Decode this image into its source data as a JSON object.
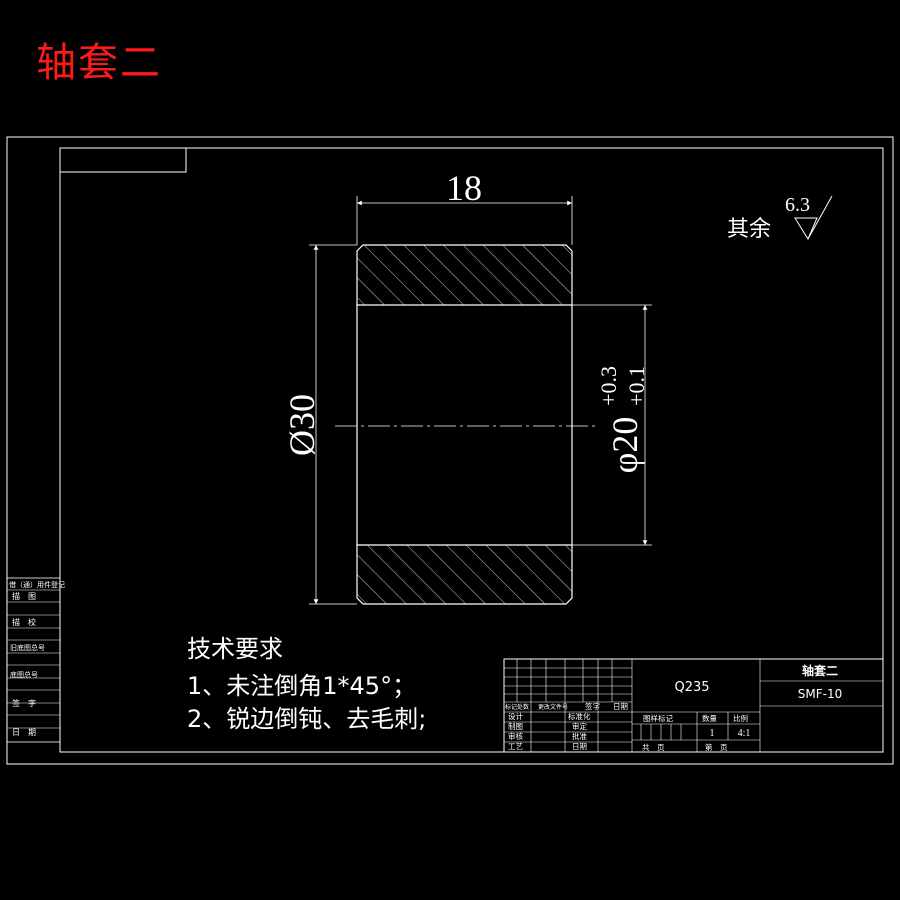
{
  "title": "轴套二",
  "dimensions": {
    "length": "18",
    "outer_dia": "Ø30",
    "inner_dia": "φ20",
    "tol_upper": "+0.3",
    "tol_lower": "+0.1"
  },
  "surface": {
    "label": "其余",
    "roughness": "6.3"
  },
  "tech_notes": {
    "heading": "技术要求",
    "lines": [
      "1、未注倒角1*45°；",
      "2、锐边倒钝、去毛刺;"
    ]
  },
  "left_block": {
    "rows": [
      "借（通）用件登记",
      "描　图",
      "描　校",
      "旧底图总号",
      "底图总号",
      "签　字",
      "日　期"
    ]
  },
  "title_block": {
    "material": "Q235",
    "part_name": "轴套二",
    "drawing_no": "SMF-10",
    "change_row": [
      "标记处数",
      "更改文件号",
      "签字",
      "日期"
    ],
    "left_labels": [
      "设计",
      "制图",
      "审核",
      "工艺"
    ],
    "mid_labels": [
      "标准化",
      "审定",
      "批准",
      "日期"
    ],
    "stage_label": "图样标记",
    "qty_label": "数量",
    "scale_label": "比例",
    "qty": "1",
    "scale": "4:1",
    "sheets_label": "共　页",
    "sheet_label": "第　页"
  }
}
